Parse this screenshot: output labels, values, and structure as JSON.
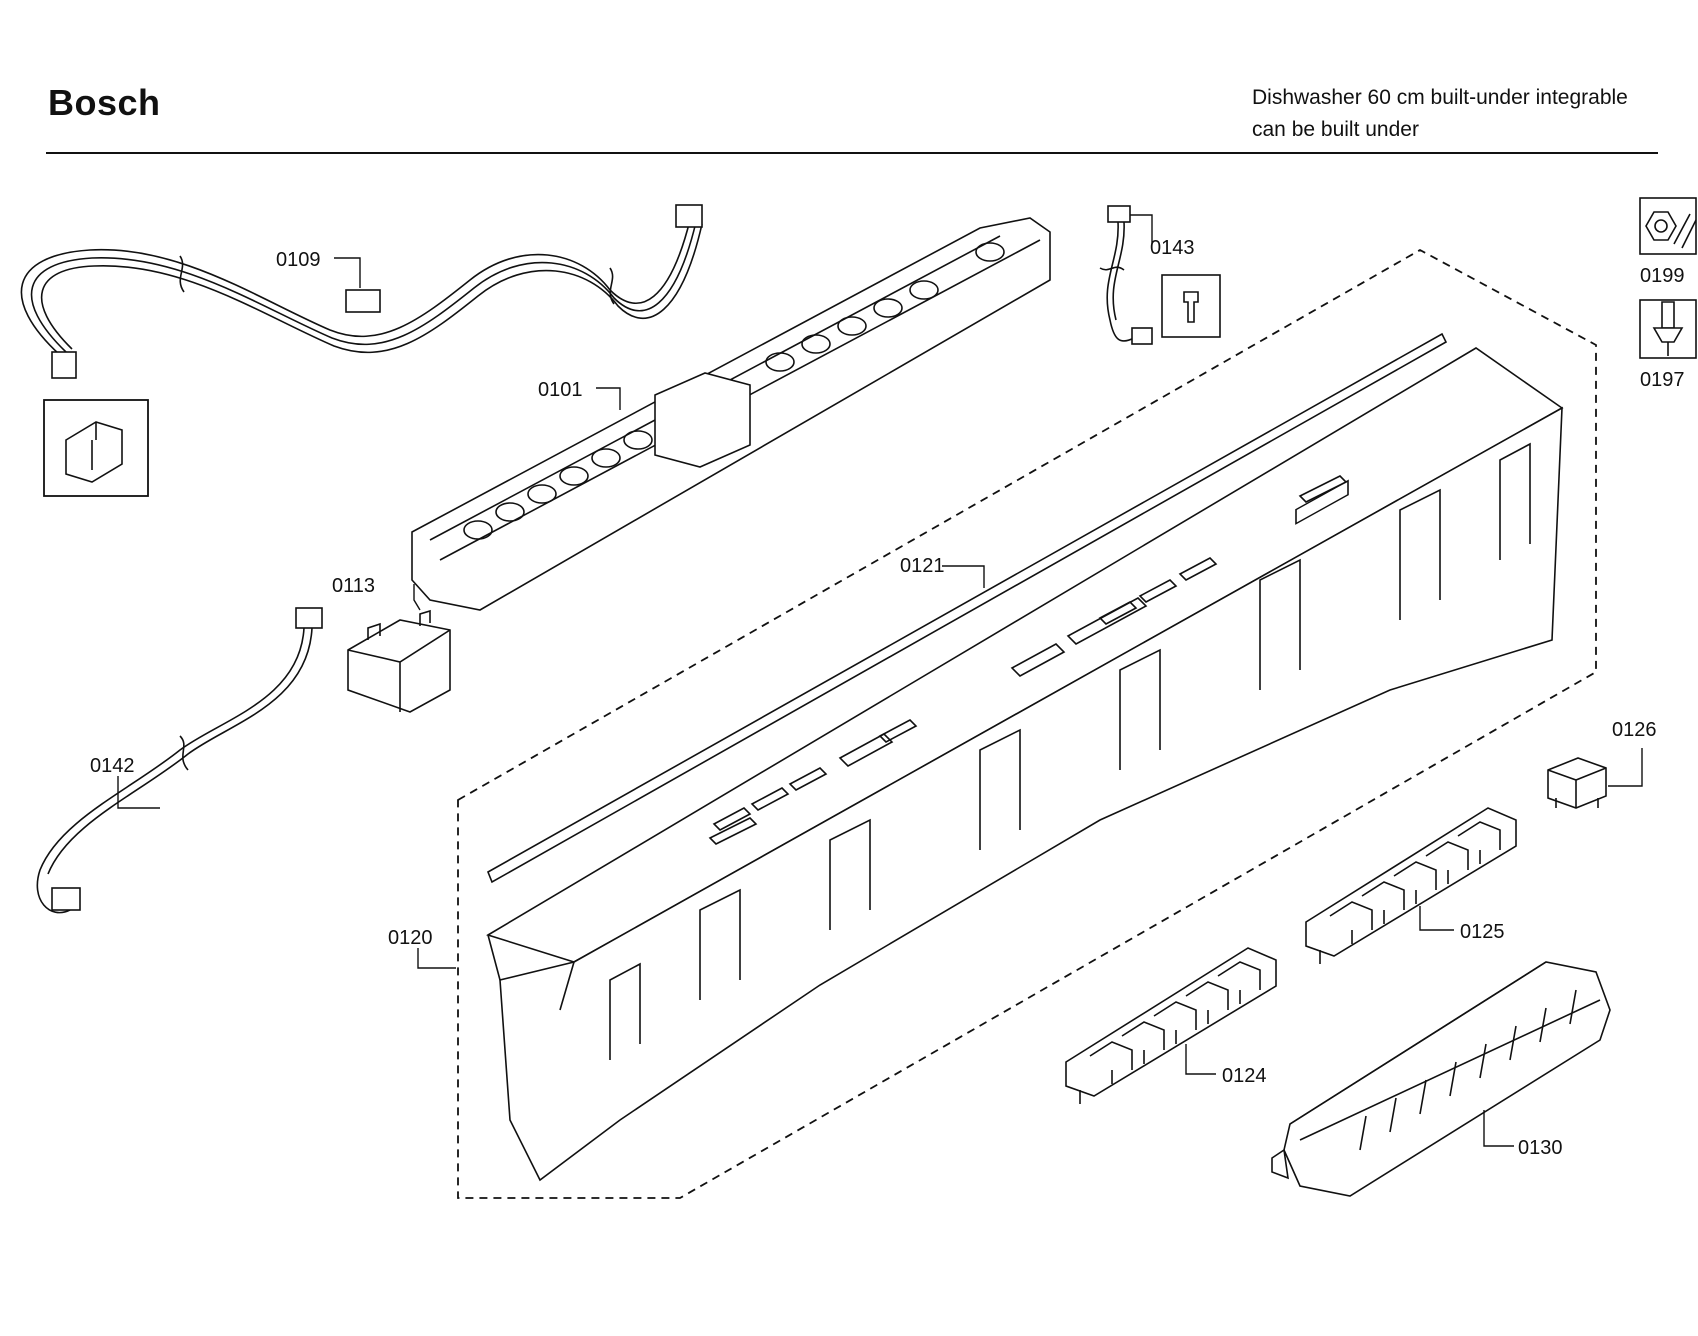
{
  "header": {
    "brand": "Bosch",
    "subtitle_line1": "Dishwasher 60 cm built-under integrable",
    "subtitle_line2": "can be built under"
  },
  "parts": {
    "p0109": "0109",
    "p0101": "0101",
    "p0143": "0143",
    "p0199": "0199",
    "p0197": "0197",
    "p0113": "0113",
    "p0121": "0121",
    "p0142": "0142",
    "p0126": "0126",
    "p0120": "0120",
    "p0125": "0125",
    "p0124": "0124",
    "p0130": "0130"
  },
  "icons": {
    "tool_icon_1": "wrench-nut-icon",
    "tool_icon_2": "screwdriver-icon"
  }
}
